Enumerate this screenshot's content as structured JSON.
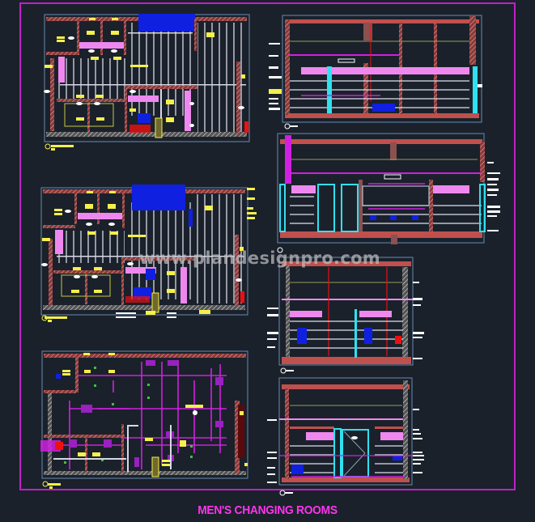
{
  "sheet": {
    "title": "MEN'S CHANGING ROOMS",
    "watermark": "www.plandesignpro.com",
    "background_color": "#1a212b",
    "border_color": "#c020c8",
    "title_color": "#ff33ee"
  },
  "drawings": {
    "plans": [
      {
        "id": "plan-1",
        "type": "floor-plan",
        "position": "top-left"
      },
      {
        "id": "plan-2",
        "type": "reflected-ceiling-plan",
        "position": "middle-left"
      },
      {
        "id": "plan-3",
        "type": "services-layout-plan",
        "position": "bottom-left"
      }
    ],
    "elevations": [
      {
        "id": "elevation-1",
        "position": "right-1"
      },
      {
        "id": "elevation-2",
        "position": "right-2"
      },
      {
        "id": "elevation-3",
        "position": "right-3"
      },
      {
        "id": "elevation-4",
        "position": "right-4"
      }
    ]
  },
  "colors": {
    "wall_hatch": "#c0504d",
    "wall_fill": "#8b3a3a",
    "grid_lines": "#d8d8e8",
    "fixture_yellow": "#f5f04a",
    "fixture_pink": "#ee88ee",
    "duct_magenta": "#d020e0",
    "blue_fixture": "#1020e0",
    "cyan_door": "#30e0f0",
    "outline_blue": "#6a8ab0",
    "red_line": "#ee1010"
  }
}
